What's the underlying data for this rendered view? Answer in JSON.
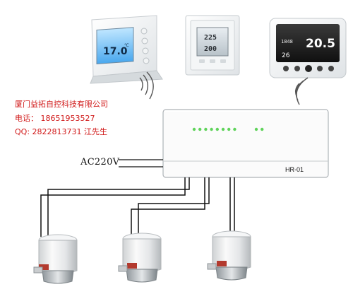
{
  "company": {
    "name": "厦门益拓自控科技有限公司",
    "phone": "电话： 18651953527",
    "qq": "QQ:  2822813731   江先生"
  },
  "power_label": "AC220V",
  "controller_model": "HR-01",
  "thermostats": [
    {
      "display_main": "17.0",
      "unit": "℃"
    },
    {
      "display_top": "225",
      "display_bottom": "200"
    },
    {
      "display_top": "1848",
      "display_main": "20.5",
      "display_bottom": "26"
    }
  ],
  "indicator_leds": {
    "group1_count": 8,
    "group2_count": 2,
    "color": "#5fd35a"
  },
  "actuator_count": 3
}
